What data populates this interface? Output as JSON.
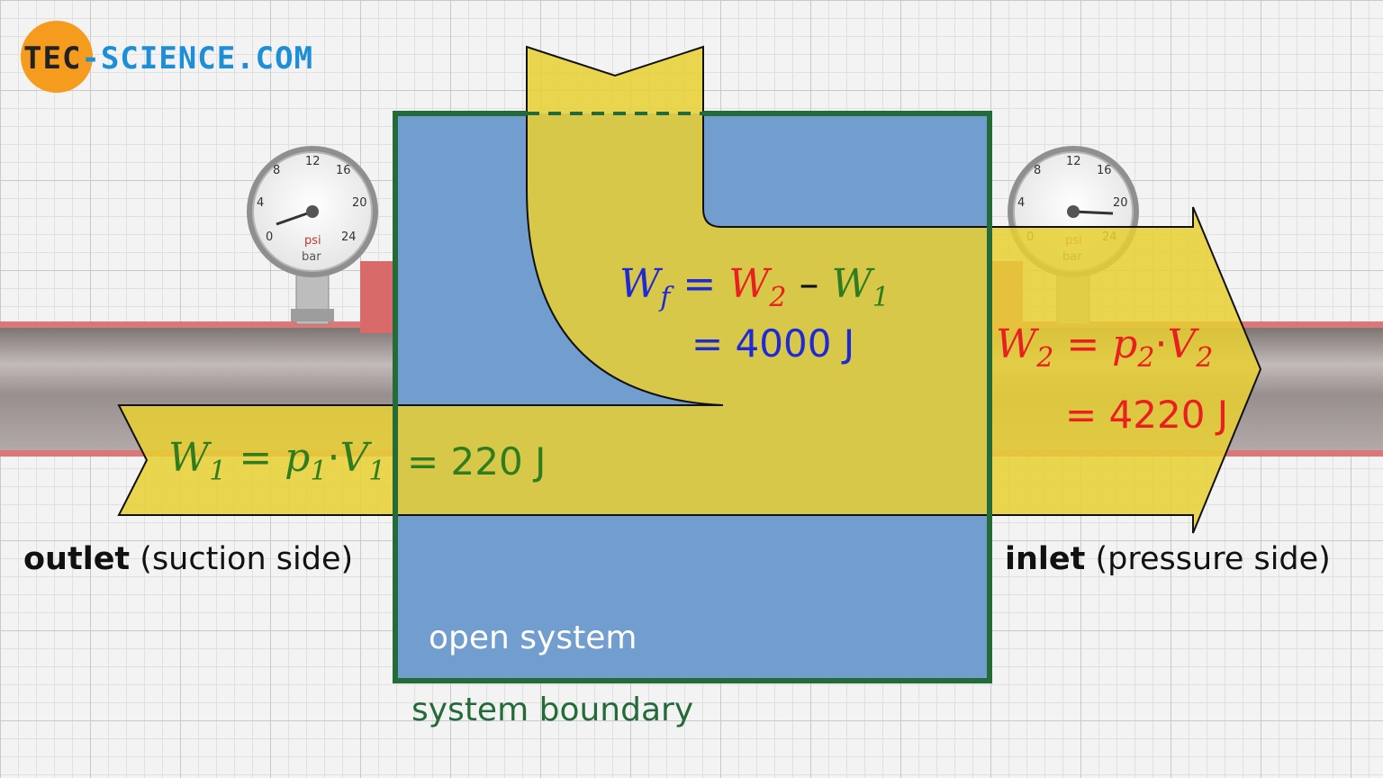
{
  "logo": {
    "text_dark": "TEC",
    "text_blue": "-SCIENCE.COM"
  },
  "gauges": [
    {
      "unit_top": "psi",
      "unit_bottom": "bar",
      "ticks": [
        "0",
        "4",
        "8",
        "12",
        "16",
        "20",
        "24"
      ]
    },
    {
      "unit_top": "psi",
      "unit_bottom": "bar",
      "ticks": [
        "0",
        "4",
        "8",
        "12",
        "16",
        "20",
        "24"
      ]
    }
  ],
  "equations": {
    "wf": {
      "sym": "W",
      "sub": "f",
      "eq": " = ",
      "w2": "W",
      "w2sub": "2",
      "minus": " – ",
      "w1": "W",
      "w1sub": "1",
      "value": "= 4000 J"
    },
    "w1": {
      "sym": "W",
      "sub": "1",
      "eq": " = ",
      "p": "p",
      "psub": "1",
      "dot": "·",
      "v": "V",
      "vsub": "1",
      "value": "= 220 J"
    },
    "w2": {
      "sym": "W",
      "sub": "2",
      "eq": " = ",
      "p": "p",
      "psub": "2",
      "dot": "·",
      "v": "V",
      "vsub": "2",
      "value": "= 4220 J"
    }
  },
  "labels": {
    "outlet_bold": "outlet",
    "outlet_rest": " (suction side)",
    "inlet_bold": "inlet",
    "inlet_rest": " (pressure side)",
    "open_system": "open system",
    "system_boundary": "system boundary"
  },
  "colors": {
    "system_fill": "#719ecf",
    "boundary": "#256b3a",
    "arrow_fill": "#e8cf33",
    "blue": "#1f2ad6",
    "red": "#e82020",
    "green": "#2f7d1f",
    "logo_orange": "#f59b1e",
    "logo_blue": "#1e8fd6"
  }
}
